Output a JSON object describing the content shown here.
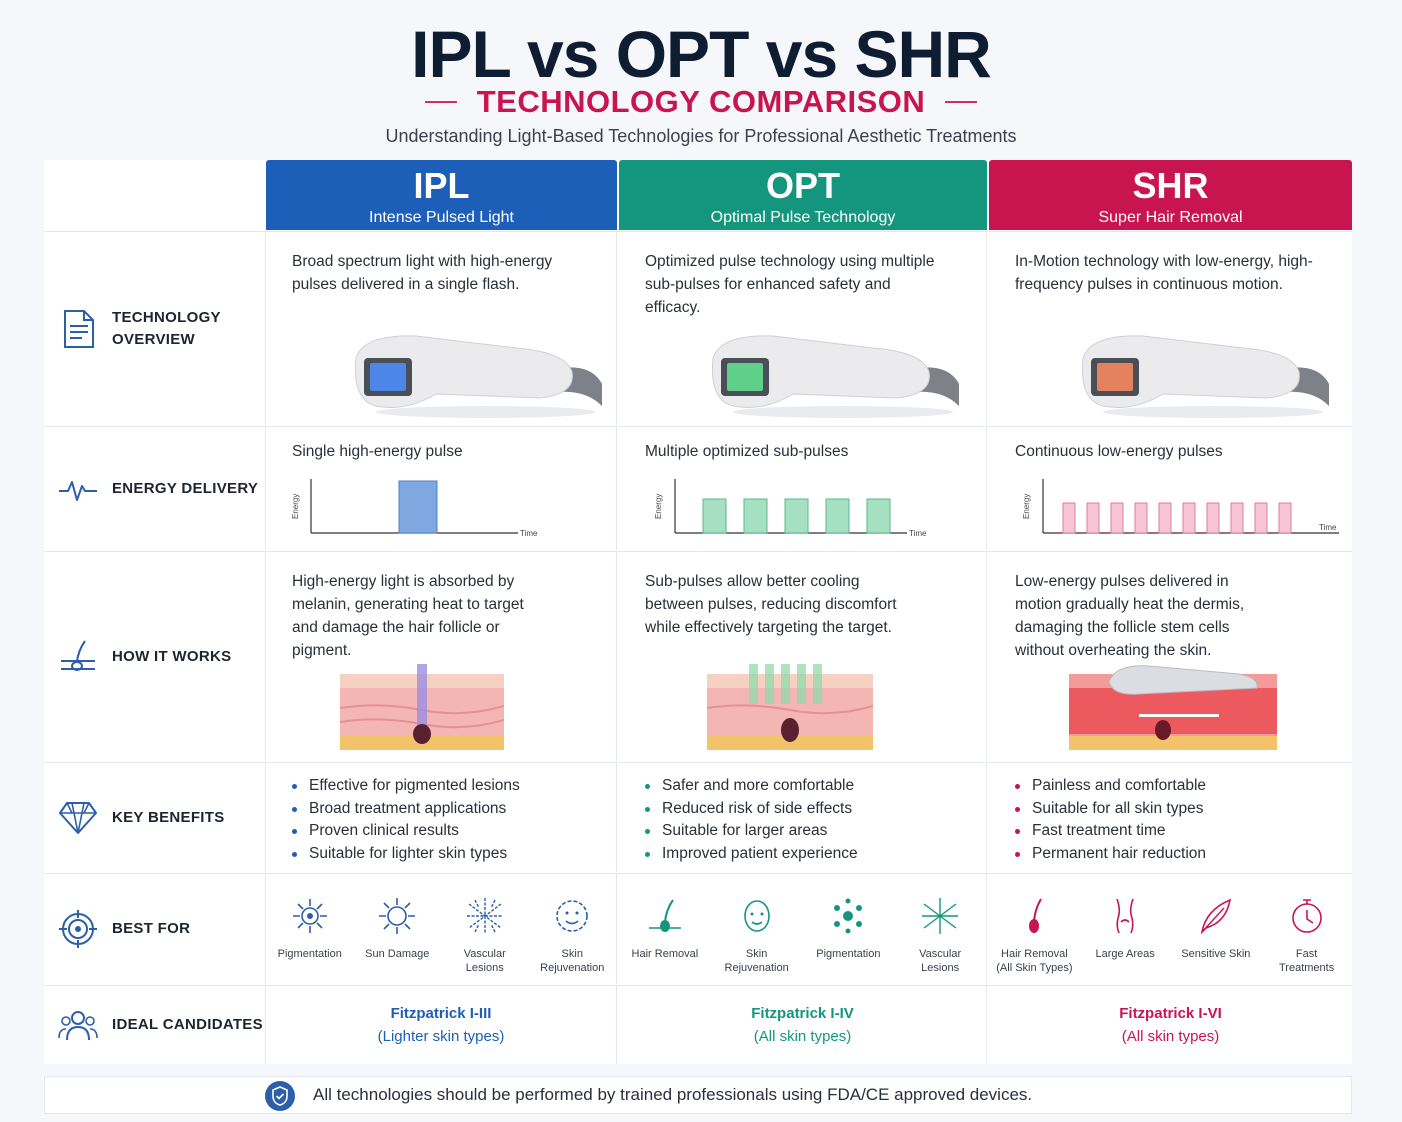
{
  "header": {
    "title": "IPL vs OPT vs SHR",
    "subtitle": "TECHNOLOGY COMPARISON",
    "tagline": "Understanding Light-Based Technologies for Professional Aesthetic Treatments"
  },
  "colors": {
    "ipl": "#1d5fb8",
    "opt": "#14967e",
    "shr": "#c8154f",
    "title": "#0f1d33",
    "icon": "#2d5fa8"
  },
  "columns": [
    {
      "abbr": "IPL",
      "full": "Intense Pulsed Light"
    },
    {
      "abbr": "OPT",
      "full": "Optimal Pulse Technology"
    },
    {
      "abbr": "SHR",
      "full": "Super Hair Removal"
    }
  ],
  "rows": {
    "overview": {
      "label_line1": "TECHNOLOGY",
      "label_line2": "OVERVIEW",
      "icon": "document-icon",
      "cells": [
        "Broad spectrum light with high-energy pulses delivered in a single flash.",
        "Optimized pulse technology using multiple sub-pulses for enhanced safety and efficacy.",
        "In-Motion technology with low-energy, high-frequency pulses in continuous motion."
      ]
    },
    "energy": {
      "label": "ENERGY DELIVERY",
      "icon": "pulse-icon",
      "cells": [
        "Single high-energy pulse",
        "Multiple optimized sub-pulses",
        "Continuous low-energy pulses"
      ],
      "axis_y": "Energy",
      "axis_x": "Time"
    },
    "how": {
      "label": "HOW IT WORKS",
      "icon": "hair-follicle-icon",
      "cells": [
        "High-energy light is absorbed by melanin, generating heat to target and damage the hair follicle or pigment.",
        "Sub-pulses allow better cooling between pulses, reducing discomfort while effectively targeting the target.",
        "Low-energy pulses delivered in motion gradually heat the dermis, damaging the follicle stem cells without overheating the skin."
      ]
    },
    "benefits": {
      "label": "KEY BENEFITS",
      "icon": "diamond-icon",
      "cells": [
        [
          "Effective for pigmented lesions",
          "Broad treatment applications",
          "Proven clinical results",
          "Suitable for lighter skin types"
        ],
        [
          "Safer and more comfortable",
          "Reduced risk of side effects",
          "Suitable for larger areas",
          "Improved patient experience"
        ],
        [
          "Painless and comfortable",
          "Suitable for all skin types",
          "Fast treatment time",
          "Permanent hair reduction"
        ]
      ]
    },
    "bestfor": {
      "label": "BEST FOR",
      "icon": "target-icon",
      "cells": [
        [
          {
            "l1": "Pigmentation",
            "l2": "",
            "icon": "sun-spot-icon"
          },
          {
            "l1": "Sun Damage",
            "l2": "",
            "icon": "sun-icon"
          },
          {
            "l1": "Vascular",
            "l2": "Lesions",
            "icon": "vessel-icon"
          },
          {
            "l1": "Skin",
            "l2": "Rejuvenation",
            "icon": "face-sparkle-icon"
          }
        ],
        [
          {
            "l1": "Hair Removal",
            "l2": "",
            "icon": "hair-icon"
          },
          {
            "l1": "Skin",
            "l2": "Rejuvenation",
            "icon": "face-icon"
          },
          {
            "l1": "Pigmentation",
            "l2": "",
            "icon": "cells-icon"
          },
          {
            "l1": "Vascular",
            "l2": "Lesions",
            "icon": "vessel-icon"
          }
        ],
        [
          {
            "l1": "Hair Removal",
            "l2": "(All Skin Types)",
            "icon": "hair-icon"
          },
          {
            "l1": "Large Areas",
            "l2": "",
            "icon": "body-icon"
          },
          {
            "l1": "Sensitive Skin",
            "l2": "",
            "icon": "feather-icon"
          },
          {
            "l1": "Fast",
            "l2": "Treatments",
            "icon": "stopwatch-icon"
          }
        ]
      ]
    },
    "ideal": {
      "label": "IDEAL CANDIDATES",
      "icon": "people-icon",
      "cells": [
        {
          "type": "Fitzpatrick I-III",
          "note": "(Lighter skin types)"
        },
        {
          "type": "Fitzpatrick I-IV",
          "note": "(All skin types)"
        },
        {
          "type": "Fitzpatrick I-VI",
          "note": "(All skin types)"
        }
      ]
    }
  },
  "footer": {
    "text": "All technologies should be performed by trained professionals using FDA/CE approved devices.",
    "icon": "shield-icon"
  }
}
